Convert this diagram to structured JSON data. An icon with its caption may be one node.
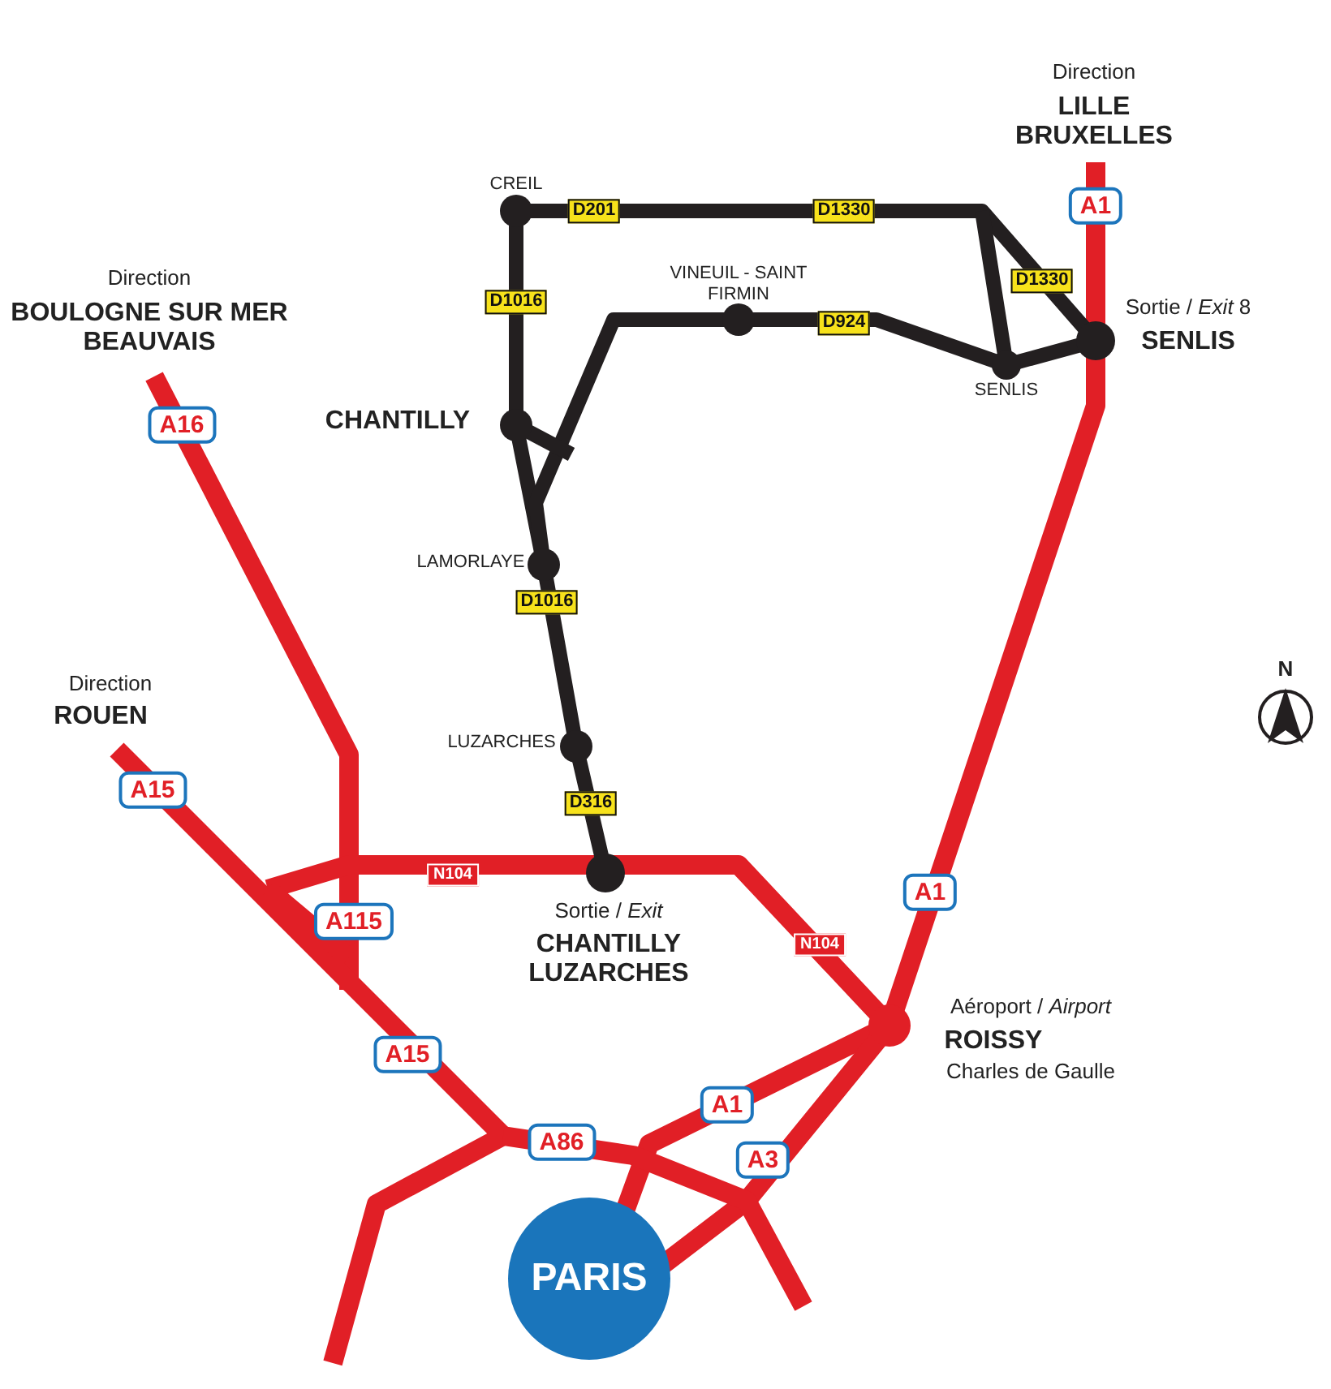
{
  "diagram": {
    "labels": [
      "Direction",
      "LILLE BRUXELLES",
      "CREIL",
      "D201",
      "D1330",
      "A1",
      "Direction",
      "BOULOGNE SUR MER BEAUVAIS",
      "VINEUIL - SAINT FIRMIN",
      "D1330",
      "Sortie / *Exit* 8",
      "SENLIS",
      "D1016",
      "D924",
      "SENLIS",
      "A16",
      "CHANTILLY",
      "LAMORLAYE",
      "D1016",
      "N",
      "Direction",
      "ROUEN",
      "LUZARCHES",
      "A15",
      "D316",
      "N104",
      "Sortie / *Exit*",
      "CHANTILLY LUZARCHES",
      "A1",
      "A115",
      "N104",
      "Aéroport / *Airport*",
      "ROISSY",
      "Charles de Gaulle",
      "A15",
      "A1",
      "A86",
      "A3",
      "PARIS"
    ]
  }
}
